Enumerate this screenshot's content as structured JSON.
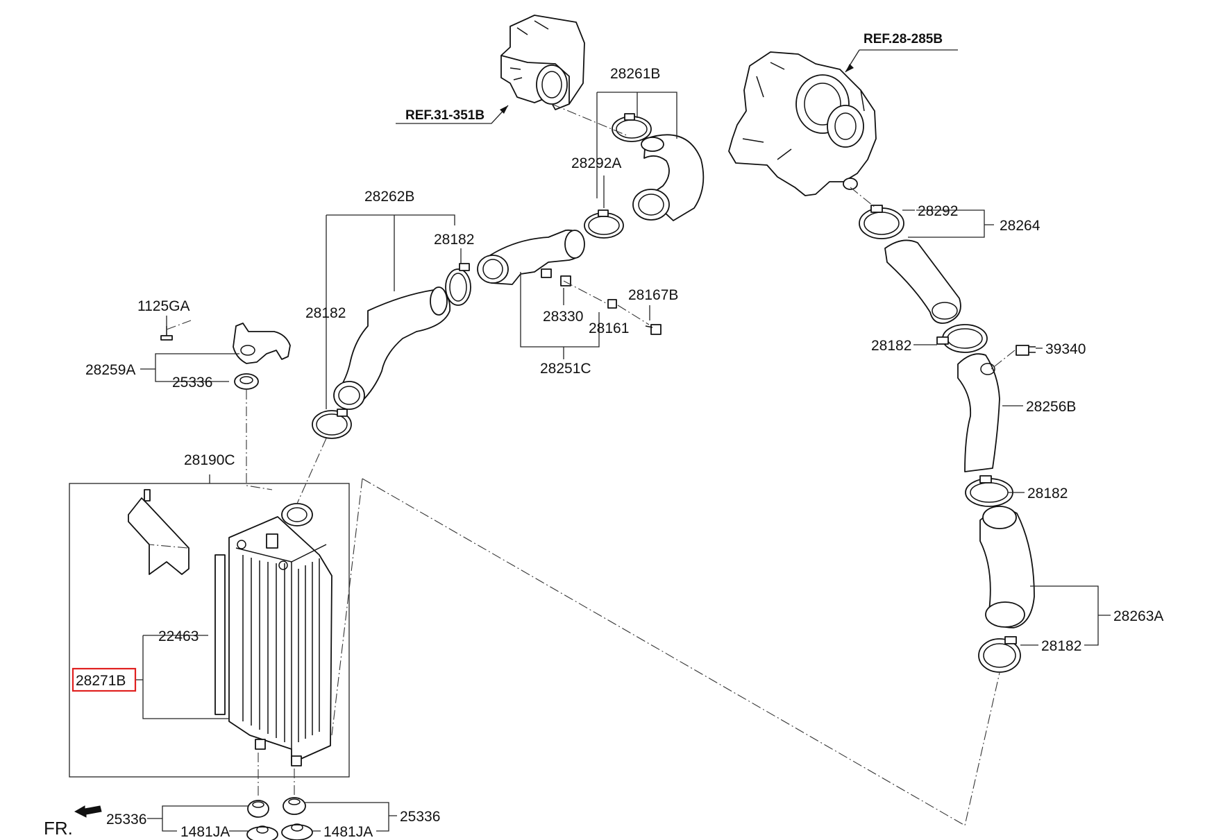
{
  "labels": {
    "ref_31_351b": "REF.31-351B",
    "ref_28_285b": "REF.28-285B",
    "p28261b": "28261B",
    "p28292a": "28292A",
    "p28262b": "28262B",
    "p28182_top": "28182",
    "p28182_left": "28182",
    "p28330": "28330",
    "p28167b": "28167B",
    "p28161": "28161",
    "p28251c": "28251C",
    "p1125ga": "1125GA",
    "p28259a": "28259A",
    "p25336_top": "25336",
    "p28190c": "28190C",
    "p22463": "22463",
    "p28271b": "28271B",
    "p28292": "28292",
    "p28264": "28264",
    "p28182_mid": "28182",
    "p39340": "39340",
    "p28256b": "28256B",
    "p28182_r1": "28182",
    "p28263a": "28263A",
    "p28182_r2": "28182",
    "p25336_bl": "25336",
    "p1481ja_l": "1481JA",
    "p1481ja_r": "1481JA",
    "p25336_br": "25336",
    "fr": "FR."
  },
  "highlight": {
    "part": "28271B",
    "color": "#e0201f"
  }
}
